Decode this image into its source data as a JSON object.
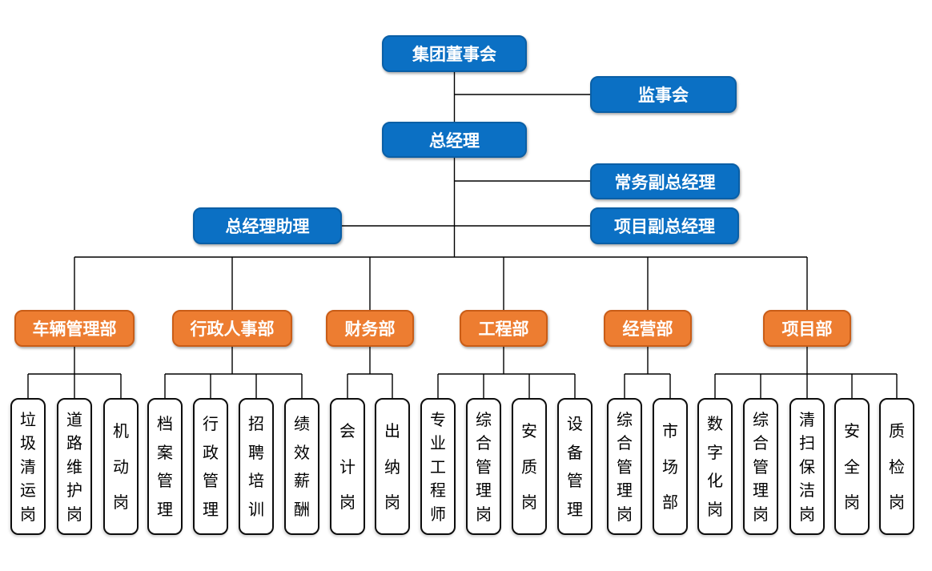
{
  "diagram": {
    "type": "org-chart",
    "colors": {
      "executive_fill": "#0B70C4",
      "executive_border": "#0A5FA6",
      "department_fill": "#ED7D31",
      "department_border": "#C95D17",
      "position_fill": "#FFFFFF",
      "position_border": "#0D0D0D",
      "connector_line": "#000000",
      "text_on_fill": "#FFFFFF",
      "position_text": "#000000"
    },
    "executives": {
      "board": "集团董事会",
      "supervisory": "监事会",
      "general_manager": "总经理",
      "executive_deputy_gm": "常务副总经理",
      "gm_assistant": "总经理助理",
      "project_deputy_gm": "项目副总经理"
    },
    "departments": [
      {
        "label": "车辆管理部",
        "positions": [
          "垃圾清运岗",
          "道路维护岗",
          "机动岗"
        ]
      },
      {
        "label": "行政人事部",
        "positions": [
          "档案管理",
          "行政管理",
          "招聘培训",
          "绩效薪酬"
        ]
      },
      {
        "label": "财务部",
        "positions": [
          "会计岗",
          "出纳岗"
        ]
      },
      {
        "label": "工程部",
        "positions": [
          "专业工程师",
          "综合管理岗",
          "安质岗",
          "设备管理"
        ]
      },
      {
        "label": "经营部",
        "positions": [
          "综合管理岗",
          "市场部"
        ]
      },
      {
        "label": "项目部",
        "positions": [
          "数字化岗",
          "综合管理岗",
          "清扫保洁岗",
          "安全岗",
          "质检岗"
        ]
      }
    ]
  }
}
